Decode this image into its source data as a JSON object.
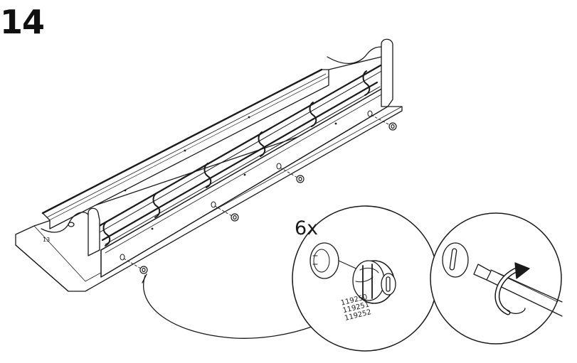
{
  "step": {
    "number": "14"
  },
  "detail_callout": {
    "quantity": "6x",
    "part_numbers": [
      "119250",
      "119251",
      "119252"
    ]
  },
  "colors": {
    "line": "#1a1a1a",
    "fill": "#ffffff",
    "shade": "#d9d9d9"
  },
  "icons": [
    "cam-lock-fitting-icon",
    "screwdriver-icon",
    "rotate-arrow-icon"
  ]
}
